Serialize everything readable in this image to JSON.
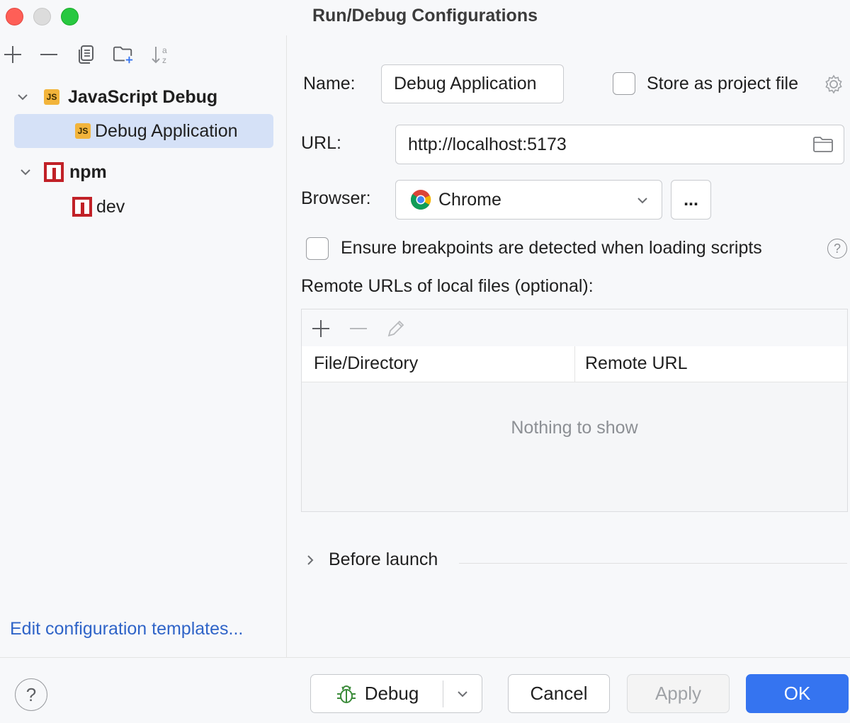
{
  "window": {
    "title": "Run/Debug Configurations"
  },
  "toolbar": {
    "add_icon": "plus-icon",
    "remove_icon": "minus-icon",
    "copy_icon": "copy-icon",
    "folder_icon": "new-folder-icon",
    "sort_icon": "sort-alpha-icon",
    "sort_label_a": "a",
    "sort_label_z": "z"
  },
  "tree": {
    "groups": [
      {
        "label": "JavaScript Debug",
        "badge": "JS",
        "items": [
          {
            "label": "Debug Application",
            "badge": "JS",
            "selected": true
          }
        ]
      },
      {
        "label": "npm",
        "items": [
          {
            "label": "dev"
          }
        ]
      }
    ]
  },
  "edit_templates_link": "Edit configuration templates...",
  "form": {
    "name_label": "Name:",
    "name_value": "Debug Application",
    "store_label": "Store as project file",
    "url_label": "URL:",
    "url_value": "http://localhost:5173",
    "browser_label": "Browser:",
    "browser_value": "Chrome",
    "browser_more": "...",
    "breakpoints_label": "Ensure breakpoints are detected when loading scripts",
    "help_glyph": "?",
    "remote_urls_label": "Remote URLs of local files (optional):"
  },
  "mappings_table": {
    "columns": [
      "File/Directory",
      "Remote URL"
    ],
    "empty_text": "Nothing to show"
  },
  "before_launch": {
    "label": "Before launch"
  },
  "footer": {
    "help_glyph": "?",
    "debug_label": "Debug",
    "cancel_label": "Cancel",
    "apply_label": "Apply",
    "ok_label": "OK"
  },
  "colors": {
    "accent": "#3574f0",
    "selection": "#d5e1f7",
    "link": "#2f64c8",
    "js_badge": "#f2b43b",
    "npm_badge": "#c12127"
  }
}
